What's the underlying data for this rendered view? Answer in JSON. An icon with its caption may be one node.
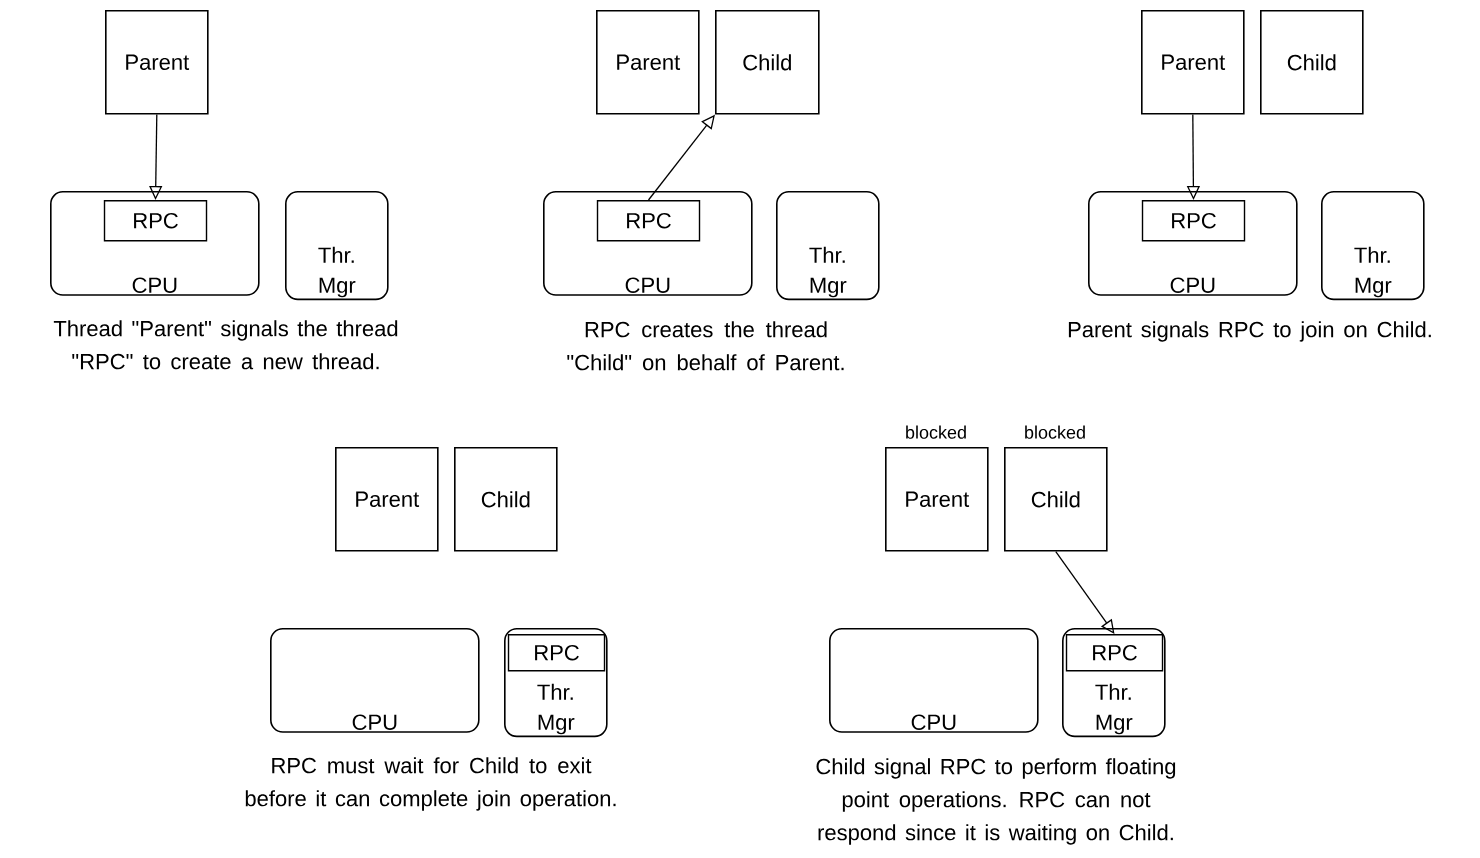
{
  "diagram": {
    "nodes": [
      {
        "text": [
          "Parent"
        ]
      },
      {
        "text": [
          "CPU"
        ]
      },
      {
        "text": [
          "RPC"
        ],
        "in": 1
      },
      {
        "text": [
          "Thr. Mgr"
        ]
      },
      {
        "text": [
          "Parent"
        ]
      },
      {
        "text": [
          "Child"
        ]
      },
      {
        "text": [
          "CPU"
        ]
      },
      {
        "text": [
          "RPC"
        ],
        "in": 6
      },
      {
        "text": [
          "Thr. Mgr"
        ]
      },
      {
        "text": [
          "Parent"
        ]
      },
      {
        "text": [
          "Child"
        ]
      },
      {
        "text": [
          "CPU"
        ]
      },
      {
        "text": [
          "RPC"
        ],
        "in": 11
      },
      {
        "text": [
          "Thr. Mgr"
        ]
      },
      {
        "text": [
          "Parent"
        ]
      },
      {
        "text": [
          "Child"
        ]
      },
      {
        "text": [
          "CPU"
        ]
      },
      {
        "text": [
          "Thr. Mgr"
        ]
      },
      {
        "text": [
          "RPC"
        ],
        "in": 17
      },
      {
        "text": [
          "Parent"
        ],
        "beside": [
          "blocked"
        ]
      },
      {
        "text": [
          "Child"
        ],
        "beside": [
          "blocked"
        ]
      },
      {
        "text": [
          "CPU"
        ]
      },
      {
        "text": [
          "Thr. Mgr"
        ]
      },
      {
        "text": [
          "RPC"
        ],
        "in": 22
      }
    ],
    "edges": [
      {
        "from": 0,
        "to": 2,
        "arrow": "to"
      },
      {
        "from": 7,
        "to": 5,
        "arrow": "to"
      },
      {
        "from": 9,
        "to": 12,
        "arrow": "to"
      },
      {
        "from": 20,
        "to": 23,
        "arrow": "to"
      }
    ],
    "labels": [
      "Thread \"Parent\" signals the thread \"RPC\" to create a new thread.",
      "RPC creates the thread \"Child\" on behalf of Parent.",
      "Parent signals RPC to join on Child.",
      "RPC must wait for Child to exit before it can complete join operation.",
      "Child signal RPC to perform floating point operations. RPC can not respond since it is waiting on Child."
    ]
  }
}
